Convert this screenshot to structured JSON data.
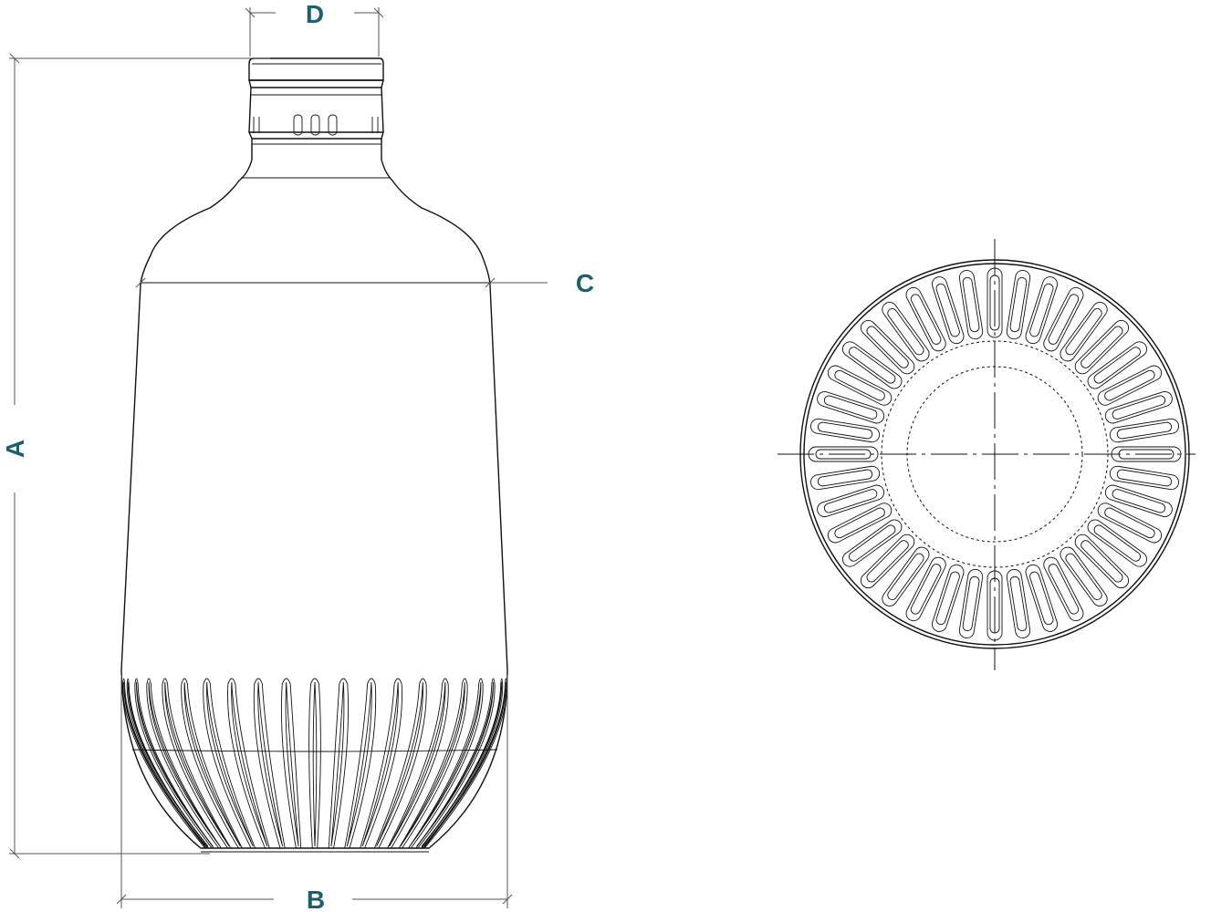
{
  "labels": {
    "A": "A",
    "B": "B",
    "C": "C",
    "D": "D"
  },
  "colors": {
    "label": "#1d5f6a",
    "line": "#111111"
  },
  "side_view": {
    "base_flutes": 21
  },
  "top_view": {
    "flutes": 40
  }
}
